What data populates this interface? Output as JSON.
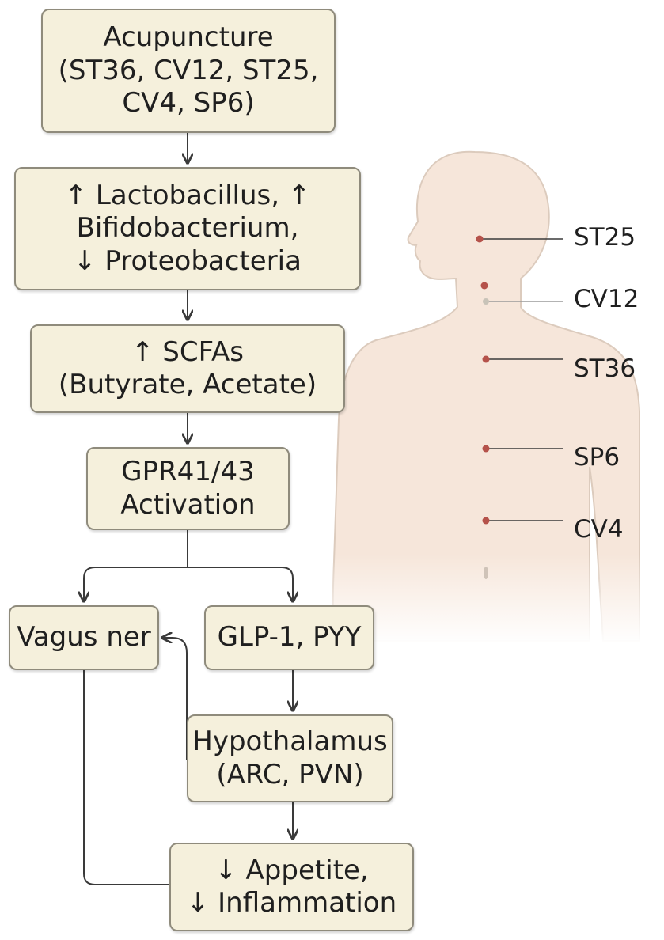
{
  "boxes": {
    "acupuncture": [
      "Acupuncture",
      "(ST36, CV12, ST25,",
      "CV4, SP6)"
    ],
    "microbiota": [
      "↑ Lactobacillus, ↑",
      "Bifidobacterium,",
      "↓ Proteobacteria"
    ],
    "scfas": [
      "↑ SCFAs",
      "(Butyrate, Acetate)"
    ],
    "gpr": [
      "GPR41/43",
      "Activation"
    ],
    "vagus": [
      "Vagus ner"
    ],
    "glp": [
      "GLP-1, PYY"
    ],
    "hypothalamus": [
      "Hypothalamus",
      "(ARC, PVN)"
    ],
    "outcome": [
      "↓ Appetite,",
      "↓ Inflammation"
    ]
  },
  "acupoints": [
    "ST25",
    "CV12",
    "ST36",
    "SP6",
    "CV4"
  ],
  "colors": {
    "box_fill": "#f5f0dc",
    "box_border": "#8f8b7c",
    "arrow": "#3a3a3a",
    "body_fill": "#f6e6da",
    "body_outline": "#dccbbd",
    "acupoint": "#b5524a"
  }
}
